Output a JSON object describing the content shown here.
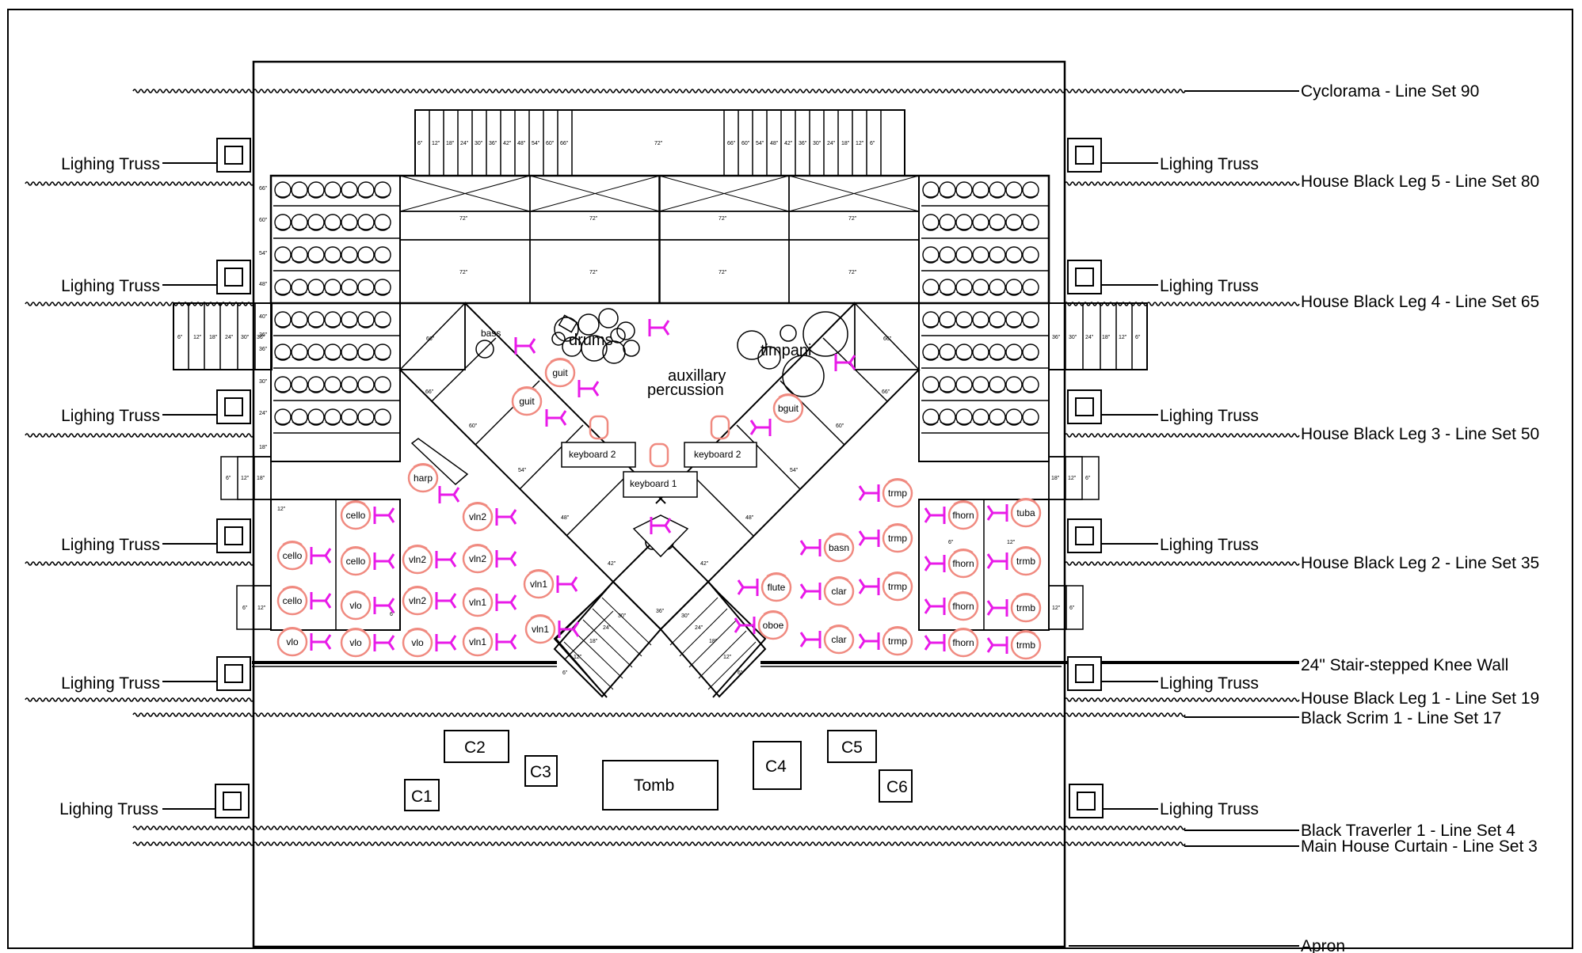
{
  "line_sets": [
    "Cyclorama - Line Set 90",
    "House Black Leg 5 - Line Set 80",
    "House Black Leg 4 - Line Set 65",
    "House Black Leg 3 - Line Set 50",
    "House Black Leg 2 - Line Set 35",
    "24\" Stair-stepped Knee Wall",
    "House Black Leg 1 - Line Set 19",
    "Black Scrim 1 - Line Set 17",
    "Black Traverler 1 - Line Set 4",
    "Main House Curtain - Line Set 3",
    "Apron"
  ],
  "truss_label": "Lighing Truss",
  "areas": {
    "drums": "drums",
    "timpani": "timpani",
    "aux1": "auxillary",
    "aux2": "percussion"
  },
  "props": [
    "C1",
    "C2",
    "C3",
    "C4",
    "C5",
    "C6",
    "Tomb"
  ],
  "keyboards": [
    "keyboard 2",
    "keyboard 2",
    "keyboard 1"
  ],
  "instruments": {
    "bass": "bass",
    "guit1": "guit",
    "guit2": "guit",
    "bguit": "bguit",
    "harp": "harp",
    "cello1": "cello",
    "cello2": "cello",
    "cello3": "cello",
    "cello4": "cello",
    "vlo1": "vlo",
    "vlo2": "vlo",
    "vlo3": "vlo",
    "vlo4": "vlo",
    "vln2a": "vln2",
    "vln2b": "vln2",
    "vln2c": "vln2",
    "vln2d": "vln2",
    "vln1a": "vln1",
    "vln1b": "vln1",
    "vln1c": "vln1",
    "vln1d": "vln1",
    "flute": "flute",
    "oboe": "oboe",
    "basn": "basn",
    "clar1": "clar",
    "clar2": "clar",
    "trmp1": "trmp",
    "trmp2": "trmp",
    "trmp3": "trmp",
    "trmp4": "trmp",
    "fhorn1": "fhorn",
    "fhorn2": "fhorn",
    "fhorn3": "fhorn",
    "fhorn4": "fhorn",
    "tuba": "tuba",
    "trmb1": "trmb",
    "trmb2": "trmb",
    "trmb3": "trmb"
  },
  "riser_labels": {
    "top": [
      "6\"",
      "12\"",
      "18\"",
      "24\"",
      "30\"",
      "36\"",
      "42\"",
      "48\"",
      "54\"",
      "60\"",
      "66\"",
      "72\"",
      "66\"",
      "60\"",
      "54\"",
      "48\"",
      "42\"",
      "36\"",
      "30\"",
      "24\"",
      "18\"",
      "12\"",
      "6\""
    ],
    "platform": "72\"",
    "left_scale": [
      "66\"",
      "60\"",
      "54\"",
      "48\"",
      "40\"",
      "36\"",
      "36\"",
      "30\"",
      "24\"",
      "18\""
    ],
    "side": [
      "6\"",
      "12\"",
      "18\"",
      "24\"",
      "30\"",
      "36\"",
      "30\"",
      "24\"",
      "18\"",
      "12\"",
      "6\""
    ],
    "small": [
      "6\"",
      "12\"",
      "18\"",
      "12\"",
      "6\""
    ],
    "stage_l": [
      "66\"",
      "66\"",
      "60\"",
      "54\"",
      "48\"",
      "42\"",
      "36\"",
      "30\"",
      "24\"",
      "18\"",
      "12\"",
      "6\""
    ],
    "stage_r": [
      "66\"",
      "66\"",
      "60\"",
      "54\"",
      "48\"",
      "42\"",
      "30\"",
      "24\"",
      "18\"",
      "12\"",
      "6\""
    ]
  }
}
